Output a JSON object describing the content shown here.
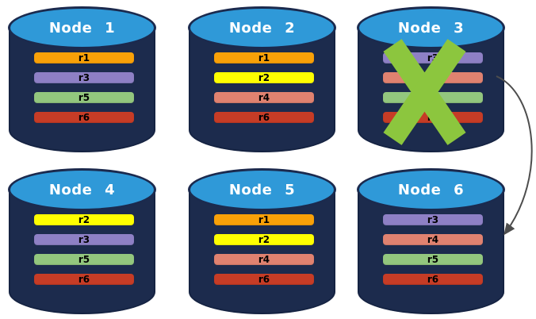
{
  "nodes": [
    {
      "title": "Node 1",
      "failed": false,
      "replicas": [
        "r1",
        "r3",
        "r5",
        "r6"
      ]
    },
    {
      "title": "Node 2",
      "failed": false,
      "replicas": [
        "r1",
        "r2",
        "r4",
        "r6"
      ]
    },
    {
      "title": "Node 3",
      "failed": true,
      "replicas": [
        "r3",
        "r4",
        "r5",
        "r6"
      ]
    },
    {
      "title": "Node 4",
      "failed": false,
      "replicas": [
        "r2",
        "r3",
        "r5",
        "r6"
      ]
    },
    {
      "title": "Node 5",
      "failed": false,
      "replicas": [
        "r1",
        "r2",
        "r4",
        "r6"
      ]
    },
    {
      "title": "Node 6",
      "failed": false,
      "replicas": [
        "r3",
        "r4",
        "r5",
        "r6"
      ]
    }
  ],
  "arrow": {
    "from": "Node 3",
    "to": "Node 6"
  },
  "icons": {
    "failed_node": "green-x-mark",
    "failover": "curved-arrow"
  },
  "colors": {
    "background": "#FFFFFF",
    "cylinder_body": "#1C2B4D",
    "cylinder_top": "#2F99D8",
    "cylinder_outline": "#1B2A4E",
    "node_title_text": "#FFFFFF",
    "replica_label_text": "#000000",
    "failure_x": "#8CC63E",
    "arrow": "#4D4D4D",
    "replicas": {
      "r1": "#F9A108",
      "r2": "#FFFF00",
      "r3": "#8E80C5",
      "r4": "#E08270",
      "r5": "#93C77E",
      "r6": "#C63C26"
    }
  }
}
